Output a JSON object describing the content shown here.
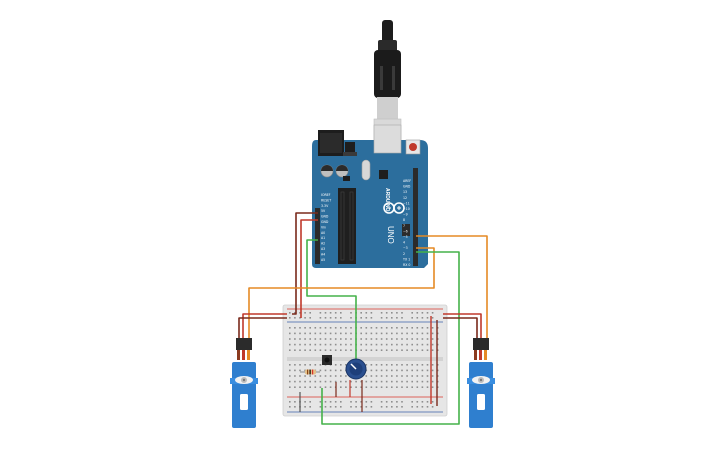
{
  "board": {
    "brand": "ARDUINO",
    "model": "UNO",
    "left_pin_labels": [
      "IOREF",
      "RESET",
      "3.3V",
      "5V",
      "GND",
      "GND",
      "Vin",
      "A0",
      "A1",
      "A2",
      "A3",
      "A4",
      "A5"
    ],
    "right_pin_labels": [
      "AREF",
      "GND",
      "13",
      "12",
      "~11",
      "~10",
      "~9",
      "8",
      "7",
      "~6",
      "~5",
      "4",
      "~3",
      "2",
      "TX 1",
      "RX 0"
    ]
  },
  "colors": {
    "board": "#2c6e9d",
    "board_dark": "#1f5a83",
    "header": "#2b2b2b",
    "usb_cable": "#1d1d1d",
    "breadboard": "#e6e6e6",
    "rail_red": "#d9342b",
    "rail_blue": "#3a5fa8",
    "servo": "#2f7fcf",
    "wire_red": "#c0392b",
    "wire_dark": "#7a2a1c",
    "wire_orange": "#e58a25",
    "wire_green": "#45b24a",
    "pot": "#2a4f8f"
  },
  "components": [
    {
      "name": "arduino-uno",
      "icon": "microcontroller-board"
    },
    {
      "name": "usb-cable",
      "icon": "usb-b-plug"
    },
    {
      "name": "breadboard",
      "icon": "breadboard"
    },
    {
      "name": "servo-left",
      "icon": "micro-servo"
    },
    {
      "name": "servo-right",
      "icon": "micro-servo"
    },
    {
      "name": "potentiometer",
      "icon": "rotary-potentiometer"
    },
    {
      "name": "pushbutton",
      "icon": "tactile-switch"
    },
    {
      "name": "resistor",
      "icon": "resistor"
    }
  ]
}
